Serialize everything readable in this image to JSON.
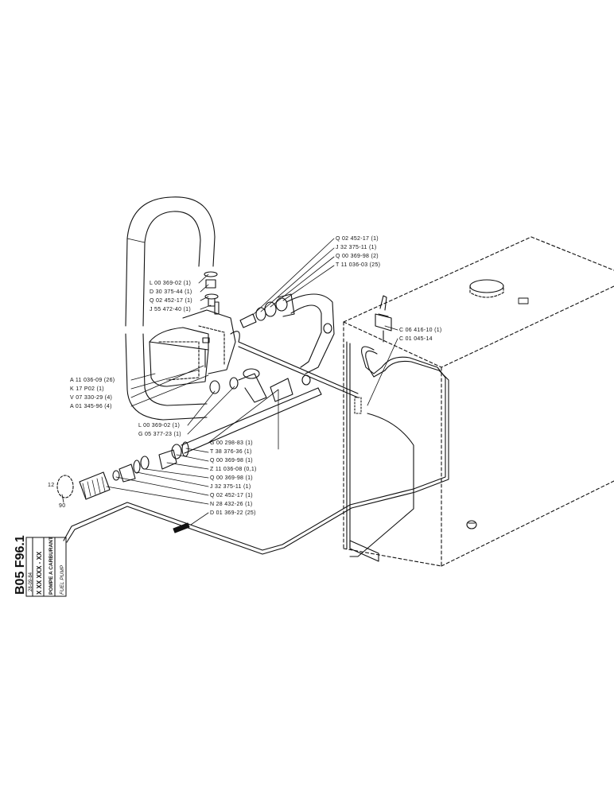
{
  "title_block": {
    "sheet_code": "B05 F96.1",
    "part_number": "X XX XXX - XX",
    "date": "28-09-84",
    "title_fr": "POMPE A CARBURANT",
    "title_en": "FUEL PUMP"
  },
  "callouts": {
    "top_right": [
      "Q 02 452-17 (1)",
      "J 32 375-11 (1)",
      "Q 00 369-98 (2)",
      "T 11 036-03 (25)"
    ],
    "upper_left": [
      "L 00 369-02 (1)",
      "D 30 375-44 (1)",
      "Q 02 452-17 (1)",
      "J 55 472-40 (1)"
    ],
    "left": [
      "A 11 036-09 (26)",
      "K 17 P02 (1)",
      "V 07 330-29 (4)",
      "A 01 345-96 (4)"
    ],
    "middle": [
      "L 00 369-02 (1)",
      "G 05 377-23 (1)"
    ],
    "lower": [
      "G 00 298-83 (1)",
      "T 38 376-36 (1)",
      "Q 00 369-98 (1)",
      "Z 11 036-08 (0,1)",
      "Q 00 369-98 (1)",
      "J 32 375-11 (1)",
      "Q 02 452-17 (1)",
      "N 28 432-26 (1)",
      "D 01 369-22 (25)"
    ],
    "tank": [
      "C 06 416-10 (1)",
      "C 01 045-14"
    ],
    "filter_top": "12",
    "filter_bottom": "90"
  }
}
